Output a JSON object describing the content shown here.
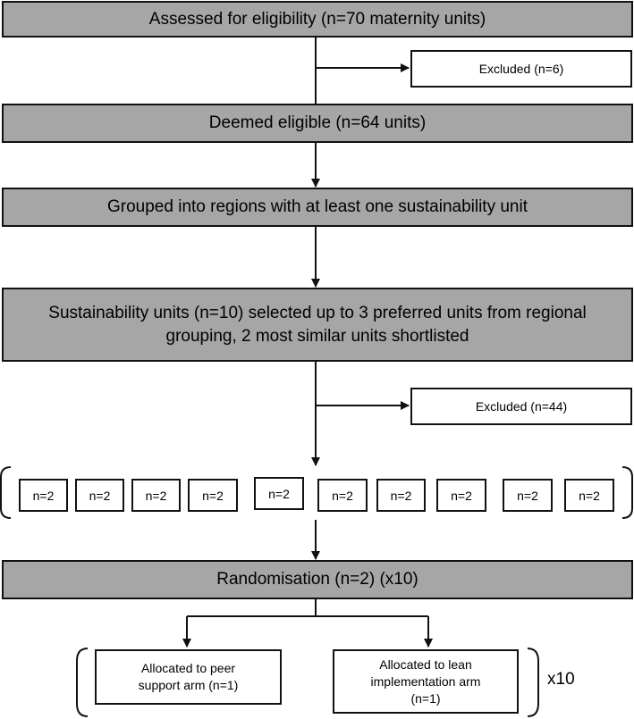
{
  "flow": {
    "assessed": "Assessed for eligibility (n=70 maternity units)",
    "excluded_1": "Excluded (n=6)",
    "eligible": "Deemed eligible (n=64 units)",
    "grouped": "Grouped into regions with at least one sustainability unit",
    "sustainability_line1": "Sustainability units (n=10) selected up to 3 preferred units from regional",
    "sustainability_line2": "grouping, 2 most similar units shortlisted",
    "excluded_2": "Excluded (n=44)",
    "pairs": [
      "n=2",
      "n=2",
      "n=2",
      "n=2",
      "n=2",
      "n=2",
      "n=2",
      "n=2",
      "n=2",
      "n=2"
    ],
    "randomisation": "Randomisation (n=2) (x10)",
    "peer_line1": "Allocated to peer",
    "peer_line2": "support arm (n=1)",
    "lean_line1": "Allocated to lean",
    "lean_line2": "implementation arm",
    "lean_line3": "(n=1)",
    "multiplier": "x10"
  }
}
